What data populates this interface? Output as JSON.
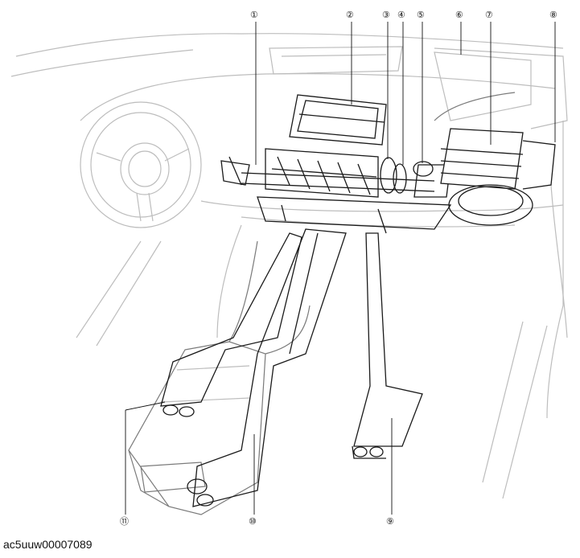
{
  "callouts": [
    "①",
    "②",
    "③",
    "④",
    "⑤",
    "⑥",
    "⑦",
    "⑧",
    "⑨",
    "⑩",
    "⑪"
  ],
  "figure_code": "ac5uuw00007089"
}
